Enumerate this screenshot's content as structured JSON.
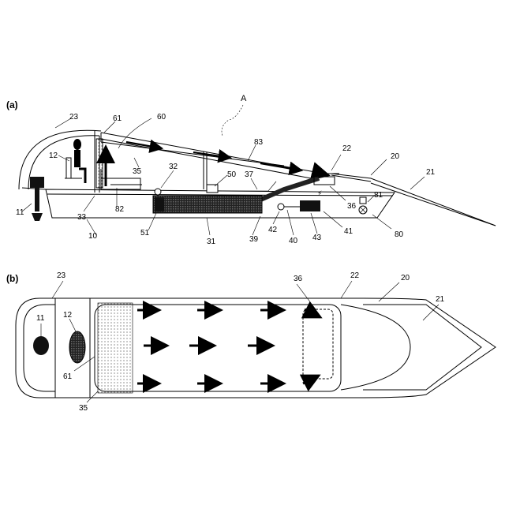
{
  "panels": {
    "a": "(a)",
    "b": "(b)"
  },
  "view_a": {
    "section_label": "A",
    "refs": {
      "r10": "10",
      "r11": "11",
      "r12": "12",
      "r20": "20",
      "r21": "21",
      "r22": "22",
      "r23": "23",
      "r31": "31",
      "r32": "32",
      "r33": "33",
      "r35": "35",
      "r36": "36",
      "r37": "37",
      "r39": "39",
      "r40": "40",
      "r41": "41",
      "r42": "42",
      "r43": "43",
      "r50": "50",
      "r51": "51",
      "r60": "60",
      "r61": "61",
      "r80": "80",
      "r81": "81",
      "r82": "82",
      "r83": "83"
    }
  },
  "view_b": {
    "refs": {
      "r11": "11",
      "r12": "12",
      "r20": "20",
      "r21": "21",
      "r22": "22",
      "r23": "23",
      "r35": "35",
      "r36": "36",
      "r61": "61"
    }
  },
  "colors": {
    "ink": "#000000",
    "fill": "#ffffff"
  }
}
